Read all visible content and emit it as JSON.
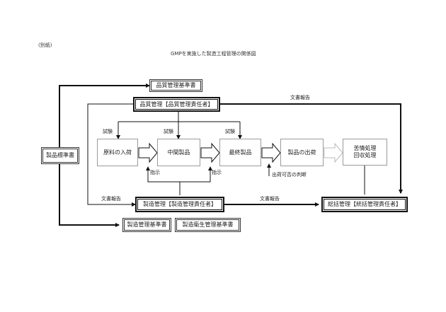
{
  "header": {
    "attachment_label": "(別紙)",
    "title": "GMPを実施した製造工程管理の関係図"
  },
  "boxes": {
    "quality_standard": "品質管理基準書",
    "quality_dept": "品質管理【品質管理責任者】",
    "product_standard": "製品標準書",
    "raw_receipt": "原料の入荷",
    "intermediate": "中間製品",
    "final_product": "最終製品",
    "product_shipping": "製品の出荷",
    "complaint_line1": "苦情処理",
    "complaint_line2": "回収処理",
    "manufacturing_dept": "製造管理【製造管理責任者】",
    "general_dept": "総括管理【統括管理責任者】",
    "manufacturing_standard": "製造管理基準書",
    "hygiene_standard": "製造衛生管理基準書"
  },
  "labels": {
    "test_1": "試験",
    "test_2": "試験",
    "test_3": "試験",
    "instruction_1": "指示",
    "instruction_2": "指示",
    "report_quality_to_general": "文書報告",
    "report_to_manufacturing": "文書報告",
    "report_manufacturing_to_general": "文書報告",
    "shipping_decision": "出荷可否の判断"
  },
  "colors": {
    "line": "#111111",
    "box_border": "#333333",
    "process_border": "#9a9a9a",
    "flow_arrow_fill": "#ffffff",
    "last_flow_arrow_stroke": "#bbbbbb"
  }
}
